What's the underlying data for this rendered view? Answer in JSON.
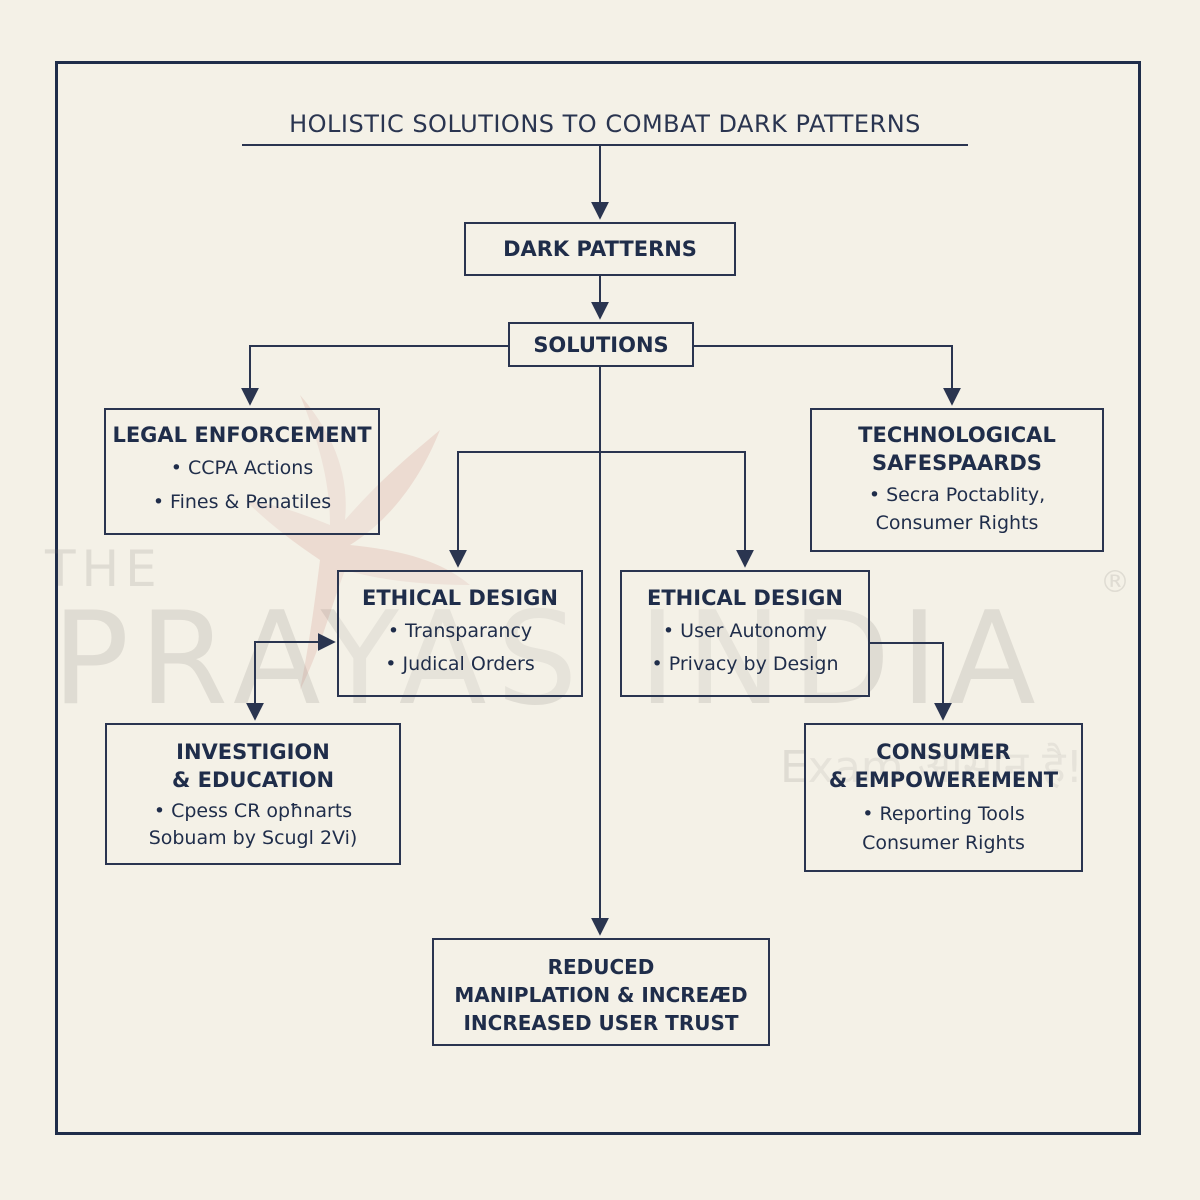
{
  "title": "HOLISTIC SOLUTIONS TO COMBAT DARK PATTERNS",
  "nodes": {
    "dark_patterns": {
      "head": "DARK PATTERNS"
    },
    "solutions": {
      "head": "SOLUTIONS"
    },
    "legal": {
      "head": "LEGAL ENFORCEMENT",
      "items": [
        "• CCPA Actions",
        "• Fines & Penatiles"
      ]
    },
    "tech": {
      "head": "TECHNOLOGICAL\nSAFESPAARDS",
      "items": [
        "• Secra Poctablity,\nConsumer Rights"
      ]
    },
    "ethical_left": {
      "head": "ETHICAL DESIGN",
      "items": [
        "• Transparancy",
        "• Judical Orders"
      ]
    },
    "ethical_right": {
      "head": "ETHICAL DESIGN",
      "items": [
        "• User Autonomy",
        "• Privacy by Design"
      ]
    },
    "investigation": {
      "head": "INVESTIGION\n& EDUCATION",
      "items": [
        "• Cpess CR opħnarts\nSobuam by Scugl 2Vi)"
      ]
    },
    "consumer": {
      "head": "CONSUMER\n& EMPOWEREMENT",
      "items": [
        "• Reporting Tools\nConsumer Rights"
      ]
    },
    "result": {
      "head": "REDUCED\nMANIPLATION & INCREÆD\nINCREASED USER TRUST"
    }
  },
  "watermark": {
    "line1": "THE",
    "line2": "PRAYAS INDIA",
    "line3": "Exam आसान है!",
    "mark": "®"
  },
  "colors": {
    "ink": "#1f2d4a",
    "background": "#f4f1e7"
  }
}
